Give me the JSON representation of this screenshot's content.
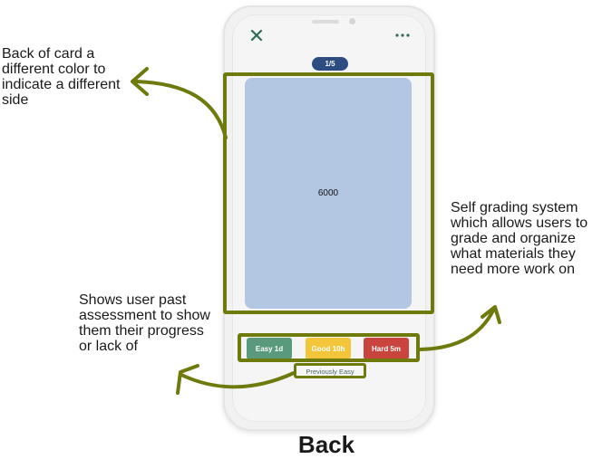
{
  "app": {
    "progress": "1/5",
    "card_text": "6000",
    "grades": [
      {
        "label": "Easy 1d",
        "color": "#5a9a7c"
      },
      {
        "label": "Good 10h",
        "color": "#f2c53a"
      },
      {
        "label": "Hard 5m",
        "color": "#c8443c"
      }
    ],
    "previous": "Previously Easy",
    "icons": {
      "close": "close-icon",
      "more": "more-horizontal-icon"
    }
  },
  "annotations": {
    "card_color": "Back of card a different color to indicate a different side",
    "grading": "Self grading system which allows users to grade and organize what materials they need more work on",
    "past": "Shows user past assessment to show them their progress or lack of"
  },
  "caption": "Back",
  "accent_color": "#6e7a0c"
}
